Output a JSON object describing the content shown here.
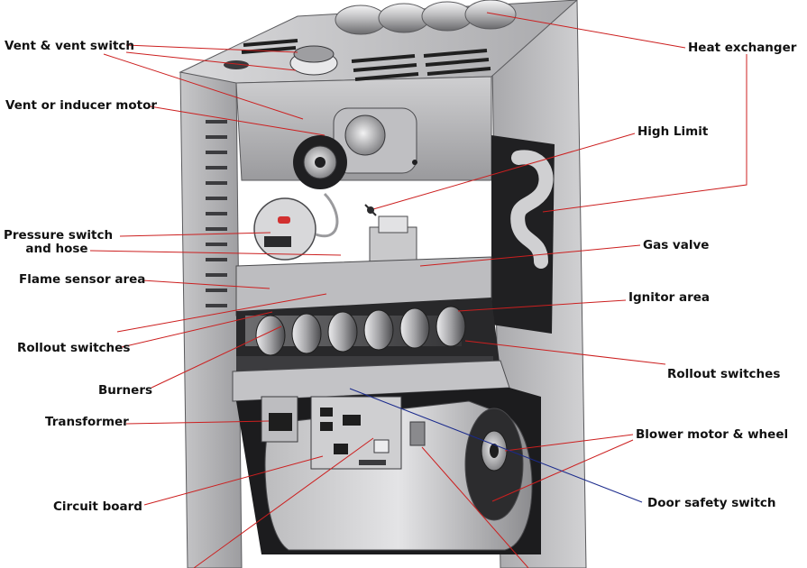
{
  "labels": {
    "vent_switch": "Vent & vent switch",
    "inducer_motor": "Vent or inducer motor",
    "pressure_switch_line1": "Pressure switch",
    "pressure_switch_line2": "and hose",
    "flame_sensor": "Flame sensor area",
    "rollout_left": "Rollout switches",
    "burners": "Burners",
    "transformer": "Transformer",
    "circuit_board": "Circuit board",
    "heat_exchanger": "Heat exchanger",
    "high_limit": "High Limit",
    "gas_valve": "Gas valve",
    "ignitor_area": "Ignitor area",
    "rollout_right": "Rollout switches",
    "blower": "Blower motor & wheel",
    "door_switch": "Door safety switch"
  },
  "colors": {
    "leader_line": "#cc1f1f",
    "door_leader_line": "#1a2a8c",
    "cabinet": "#b9b9bb",
    "cabinet_dark": "#6f6f72",
    "interior": "#1e1e1e"
  }
}
